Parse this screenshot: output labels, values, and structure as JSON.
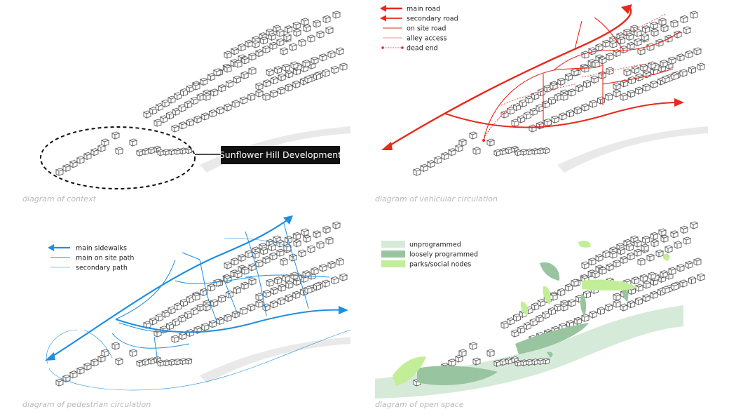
{
  "colors": {
    "vehicular": "#e8291c",
    "pedestrian": "#1f8fe0",
    "unprogrammed": "#d5ead8",
    "loosely_programmed": "#98c49f",
    "parks_social": "#c2ee98",
    "ground": "#e9e9e9",
    "callout_bg": "#111111"
  },
  "panels": [
    {
      "id": "context",
      "caption": "diagram of context",
      "callout": "Sunflower Hill Development"
    },
    {
      "id": "vehicular",
      "caption": "diagram of vehicular circulation",
      "legend": [
        {
          "label": "main road",
          "style": "main-road"
        },
        {
          "label": "secondary road",
          "style": "secondary-road"
        },
        {
          "label": "on site road",
          "style": "on-site-road"
        },
        {
          "label": "alley access",
          "style": "alley-access"
        },
        {
          "label": "dead end",
          "style": "dead-end"
        }
      ]
    },
    {
      "id": "pedestrian",
      "caption": "diagram of pedestrian circulation",
      "legend": [
        {
          "label": "main sidewalks",
          "style": "main-sidewalks"
        },
        {
          "label": "main on site path",
          "style": "main-path"
        },
        {
          "label": "secondary path",
          "style": "secondary-path"
        }
      ]
    },
    {
      "id": "openspace",
      "caption": "diagram of open space",
      "legend": [
        {
          "label": "unprogrammed",
          "style": "unprogrammed"
        },
        {
          "label": "loosely programmed",
          "style": "loosely_programmed"
        },
        {
          "label": "parks/social nodes",
          "style": "parks_social"
        }
      ]
    }
  ]
}
